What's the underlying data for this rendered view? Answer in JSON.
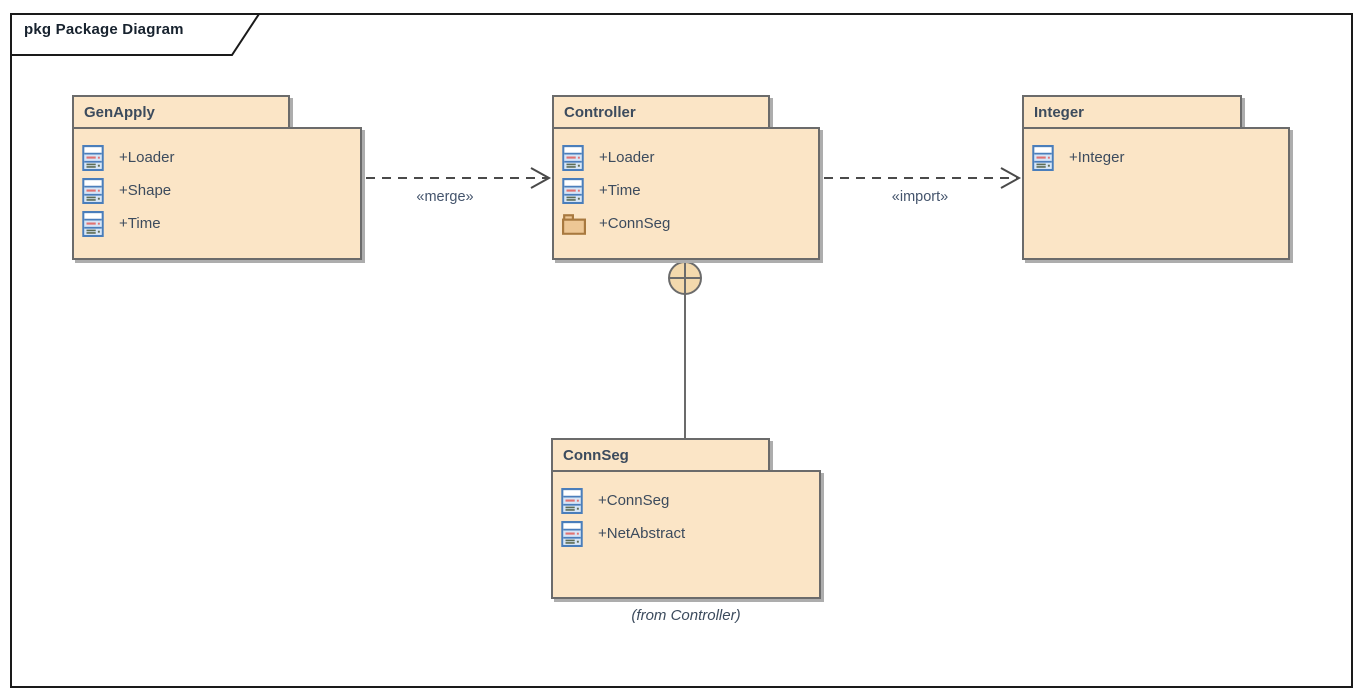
{
  "frame": {
    "title": "pkg Package Diagram"
  },
  "packages": {
    "genapply": {
      "name": "GenApply",
      "items": [
        {
          "icon": "class-icon",
          "label": "+Loader"
        },
        {
          "icon": "class-icon",
          "label": "+Shape"
        },
        {
          "icon": "class-icon",
          "label": "+Time"
        }
      ]
    },
    "controller": {
      "name": "Controller",
      "items": [
        {
          "icon": "class-icon",
          "label": "+Loader"
        },
        {
          "icon": "class-icon",
          "label": "+Time"
        },
        {
          "icon": "package-icon",
          "label": "+ConnSeg"
        }
      ]
    },
    "integer": {
      "name": "Integer",
      "items": [
        {
          "icon": "class-icon",
          "label": "+Integer"
        }
      ]
    },
    "connseg": {
      "name": "ConnSeg",
      "items": [
        {
          "icon": "class-icon",
          "label": "+ConnSeg"
        },
        {
          "icon": "class-icon",
          "label": "+NetAbstract"
        }
      ],
      "note": "(from Controller)"
    }
  },
  "connectors": {
    "merge": {
      "label": "«merge»",
      "style": "dashed-open-arrow",
      "from": "GenApply",
      "to": "Controller"
    },
    "import": {
      "label": "«import»",
      "style": "dashed-open-arrow",
      "from": "Controller",
      "to": "Integer"
    },
    "containment": {
      "style": "solid-circle-plus",
      "from": "Controller",
      "to": "ConnSeg"
    }
  },
  "colors": {
    "package_fill": "#FBE5C6",
    "package_border": "#6B6B6B",
    "shadow": "#ADADAD",
    "text": "#3C4B5D",
    "frame_border": "#1A1A1A",
    "connector": "#4A4A4A",
    "connector_label": "#44546C",
    "circle_fill": "#F3D9AD"
  }
}
